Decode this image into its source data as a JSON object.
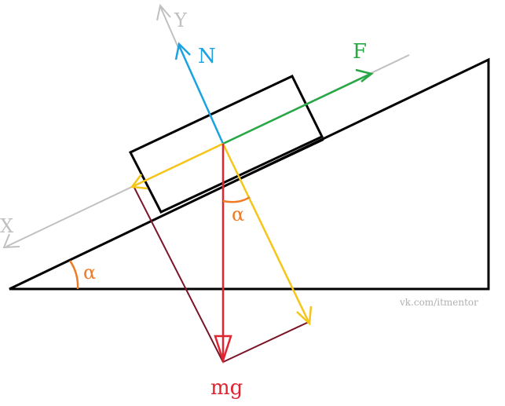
{
  "labels": {
    "y_axis": "Y",
    "x_axis": "X",
    "normal_force": "N",
    "applied_force": "F",
    "gravity": "mg",
    "angle_base": "α",
    "angle_gravity": "α"
  },
  "watermark": "vk.com/itmentor",
  "colors": {
    "outline": "#000000",
    "axis": "#c0c0c0",
    "normal": "#1aa3e0",
    "applied": "#26a844",
    "gravity": "#e02530",
    "component": "#f5c518",
    "parallelogram": "#7a1528",
    "angle": "#f07a25",
    "watermark": "#b0b0b0"
  }
}
